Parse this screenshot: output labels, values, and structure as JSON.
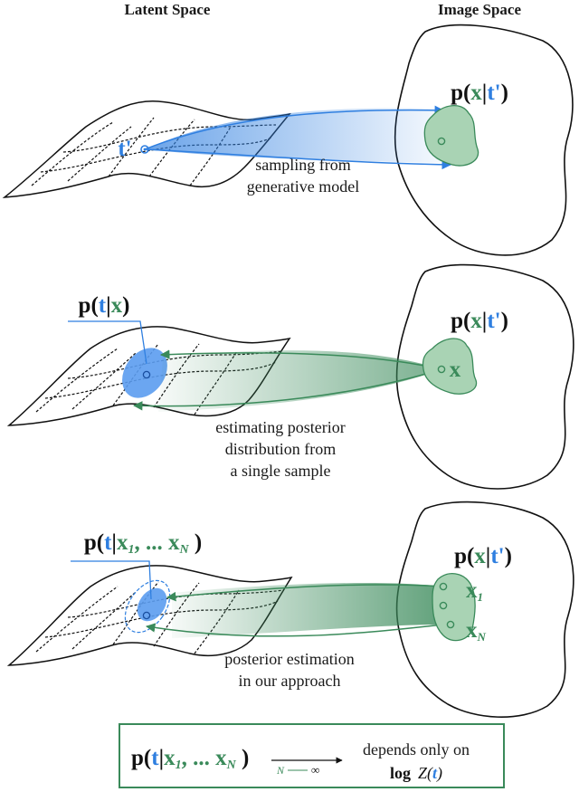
{
  "headers": {
    "latent": "Latent Space",
    "image": "Image Space"
  },
  "panel1": {
    "point_label": "t'",
    "image_dist": {
      "p": "p(",
      "x": "x",
      "bar": "|",
      "t": "t'",
      "close": ")"
    },
    "caption_line1": "sampling from",
    "caption_line2": "generative model"
  },
  "panel2": {
    "latent_dist": {
      "p": "p(",
      "t": "t",
      "bar": "|",
      "x": "x",
      "close": ")"
    },
    "image_dist": {
      "p": "p(",
      "x": "x",
      "bar": "|",
      "t": "t'",
      "close": ")"
    },
    "sample_label": "x",
    "caption_line1": "estimating posterior",
    "caption_line2": "distribution from",
    "caption_line3": "a single sample"
  },
  "panel3": {
    "latent_dist": {
      "p": "p(",
      "t": "t",
      "bar": "|",
      "x1": "x",
      "sub1": "1",
      "sep": ", ... ",
      "xn": "x",
      "subn": "N",
      "close": " )"
    },
    "image_dist": {
      "p": "p(",
      "x": "x",
      "bar": "|",
      "t": "t'",
      "close": ")"
    },
    "sample1_label": "x",
    "sample1_sub": "1",
    "samplen_label": "x",
    "samplen_sub": "N",
    "caption_line1": "posterior estimation",
    "caption_line2": "in our approach"
  },
  "summary": {
    "lhs": {
      "p": "p(",
      "t": "t",
      "bar": "|",
      "x1": "x",
      "sub1": "1",
      "sep": ", ... ",
      "xn": "x",
      "subn": "N",
      "close": " )"
    },
    "limit_n": "N",
    "limit_inf": "∞",
    "rhs_line1": "depends only on",
    "rhs_log": "log",
    "rhs_z": "Z(",
    "rhs_t": "t",
    "rhs_close": ")"
  },
  "colors": {
    "blue": "#2f7fe0",
    "green": "#3a8a5a",
    "green_fill": "#a9d3b4",
    "blue_fill": "#5b9cf0",
    "summary_border": "#3a8a5a"
  }
}
